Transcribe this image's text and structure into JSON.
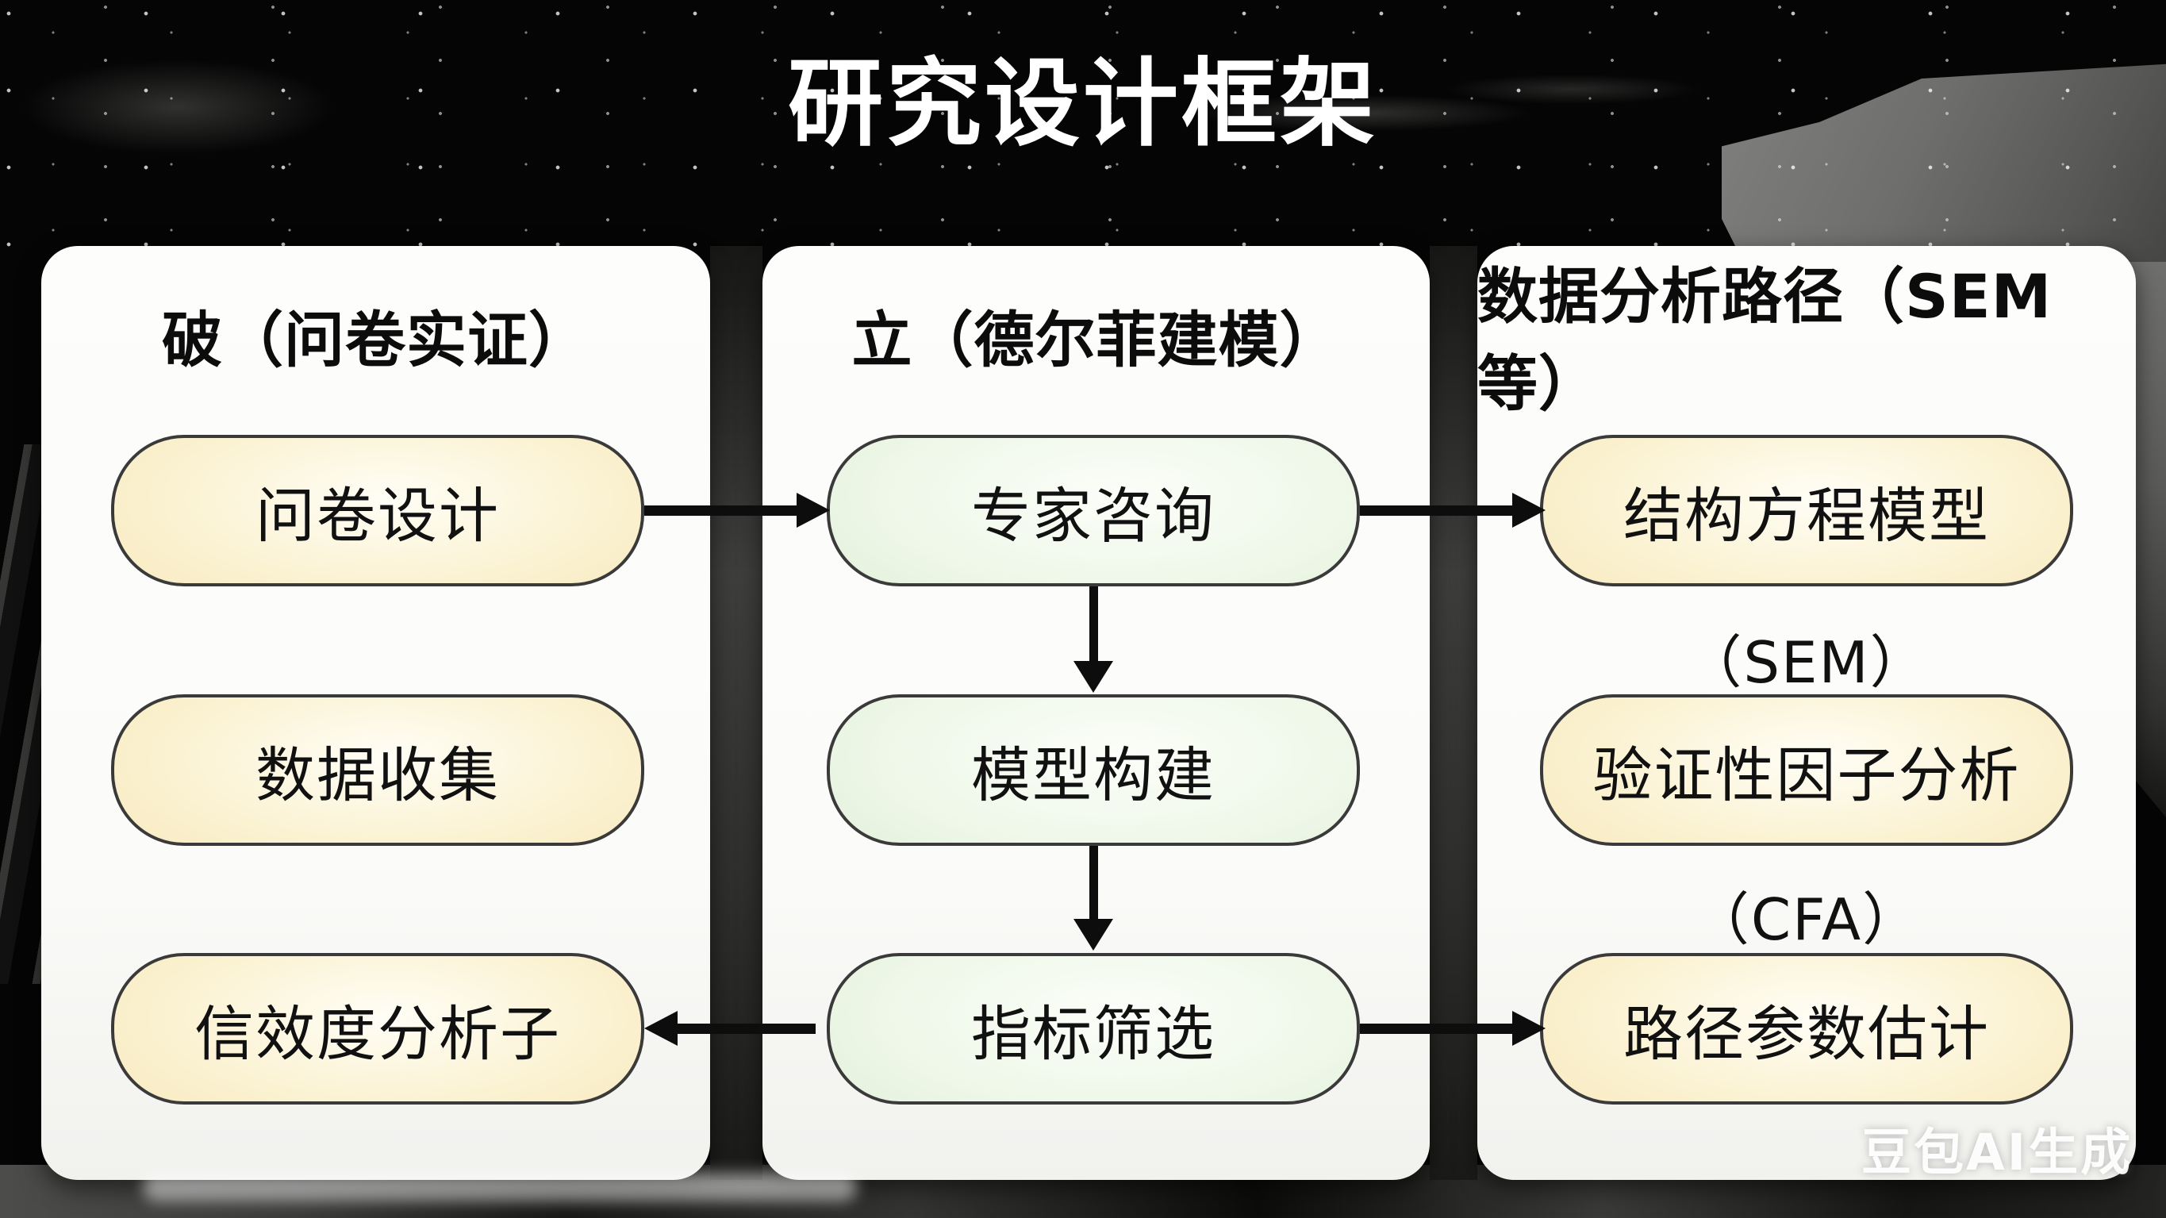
{
  "title": "研究设计框架",
  "watermark": "豆包AI生成",
  "columns": [
    {
      "header": "破（问卷实证）",
      "theme": "yellow",
      "nodes": [
        {
          "label": "问卷设计"
        },
        {
          "label": "数据收集"
        },
        {
          "label": "信效度分析子"
        }
      ]
    },
    {
      "header": "立（德尔菲建模）",
      "theme": "green",
      "nodes": [
        {
          "label": "专家咨询"
        },
        {
          "label": "模型构建"
        },
        {
          "label": "指标筛选"
        }
      ]
    },
    {
      "header": "数据分析路径（SEM等）",
      "theme": "yellow",
      "nodes": [
        {
          "label": "结构方程模型",
          "sublabel": "（SEM）"
        },
        {
          "label": "验证性因子分析",
          "sublabel": "（CFA）"
        },
        {
          "label": "路径参数估计"
        }
      ]
    }
  ],
  "edges": [
    {
      "from": "问卷设计",
      "to": "专家咨询",
      "direction": "right"
    },
    {
      "from": "专家咨询",
      "to": "结构方程模型",
      "direction": "right"
    },
    {
      "from": "专家咨询",
      "to": "模型构建",
      "direction": "down"
    },
    {
      "from": "模型构建",
      "to": "指标筛选",
      "direction": "down"
    },
    {
      "from": "指标筛选",
      "to": "信效度分析子",
      "direction": "left"
    },
    {
      "from": "指标筛选",
      "to": "路径参数估计",
      "direction": "right"
    }
  ],
  "colors": {
    "background": "#000000",
    "card": "#fbfbf9",
    "pill_yellow": "#f4e4b0",
    "pill_green": "#d9ecd0",
    "pill_border": "#3a3a3a",
    "arrow": "#0d0d0d",
    "title_text": "#ffffff",
    "header_text": "#0c0c0c"
  }
}
